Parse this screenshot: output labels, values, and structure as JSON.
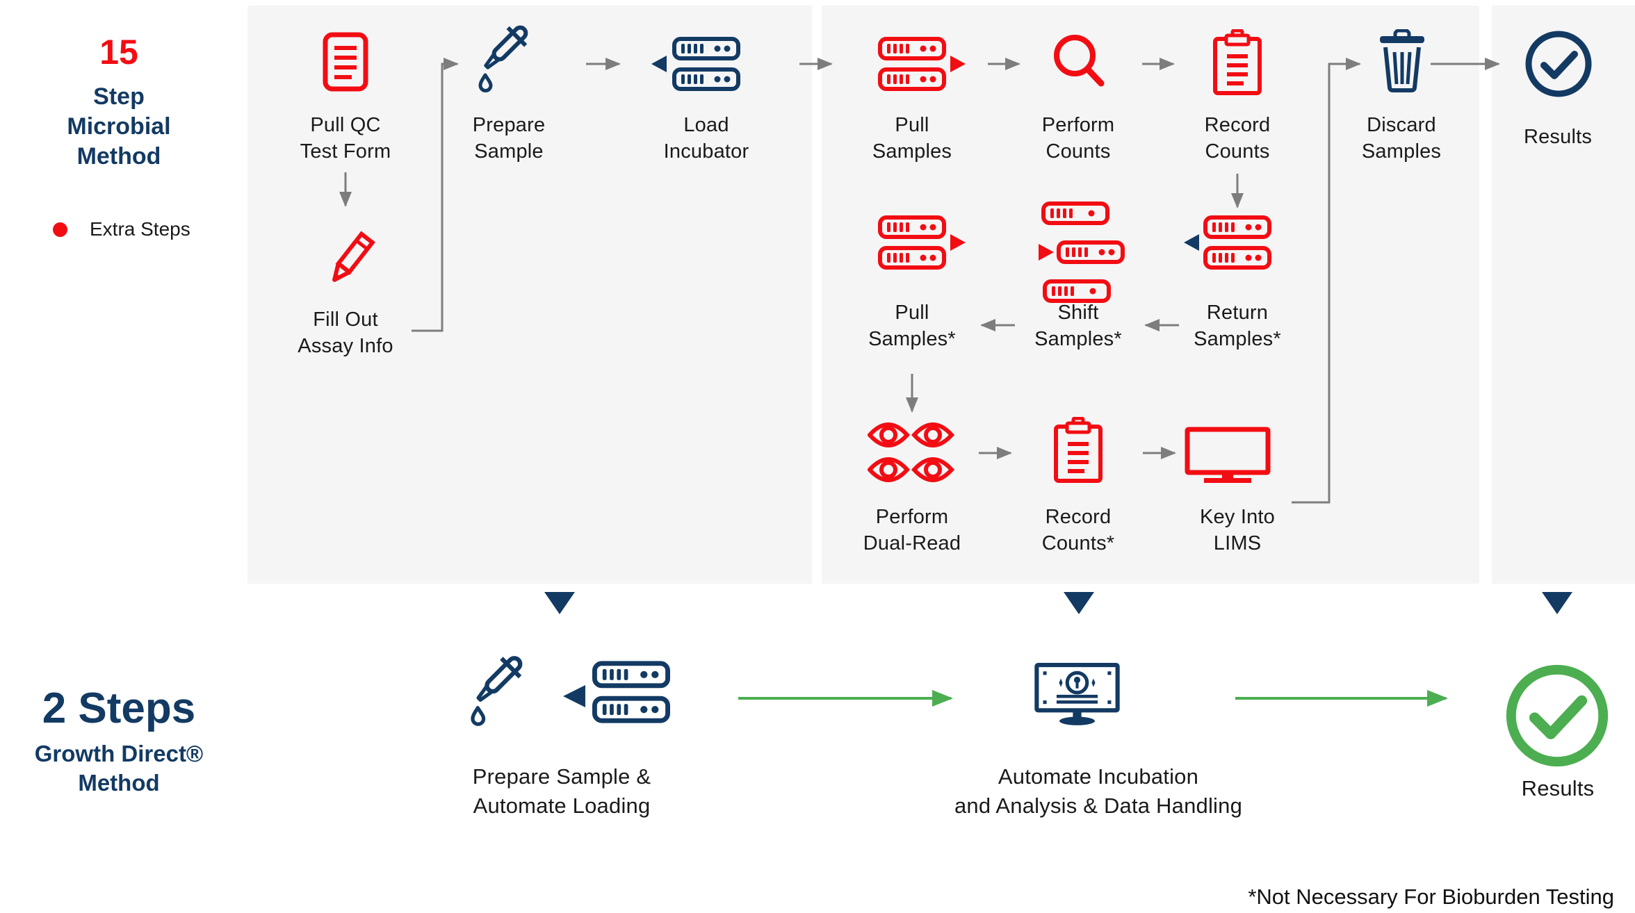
{
  "colors": {
    "accent_red": "#f20d13",
    "accent_navy": "#133a63",
    "accent_green": "#4cae50",
    "arrow_gray": "#7d7d7d",
    "panel_gray": "#f5f5f6"
  },
  "method15": {
    "step_count": "15",
    "title": "Step\nMicrobial\nMethod",
    "legend_label": "Extra Steps",
    "nodes": {
      "pull_qc": "Pull QC\nTest Form",
      "fill_out": "Fill Out\nAssay Info",
      "prepare_sample": "Prepare\nSample",
      "load_incubator": "Load\nIncubator",
      "pull_samples": "Pull\nSamples",
      "perform_counts": "Perform\nCounts",
      "record_counts": "Record\nCounts",
      "pull_samples_2": "Pull\nSamples*",
      "shift_samples": "Shift\nSamples*",
      "return_samples": "Return\nSamples*",
      "perform_dual_read": "Perform\nDual-Read",
      "record_counts_2": "Record\nCounts*",
      "key_into_lims": "Key Into\nLIMS",
      "discard_samples": "Discard\nSamples",
      "results": "Results"
    }
  },
  "method2": {
    "step_count_title": "2 Steps",
    "subtitle": "Growth Direct®\nMethod",
    "steps": {
      "step1": "Prepare Sample &\nAutomate Loading",
      "step2": "Automate Incubation\nand Analysis & Data Handling",
      "results": "Results"
    }
  },
  "footnote": "*Not Necessary For Bioburden Testing"
}
